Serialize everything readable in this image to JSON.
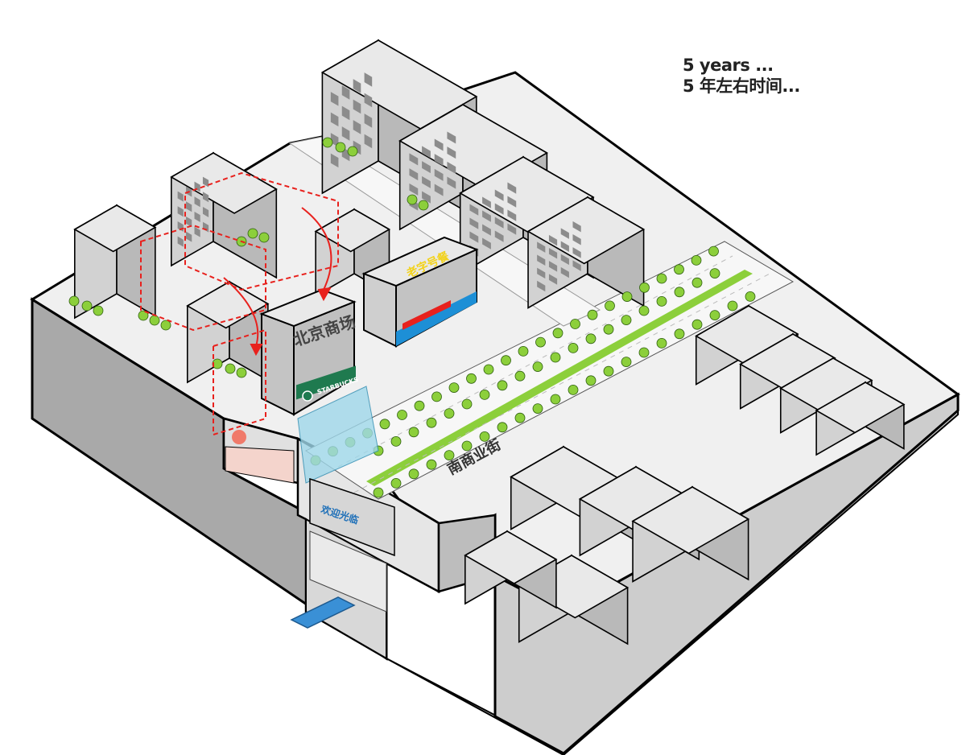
{
  "caption": {
    "line1": "5 years ...",
    "line2": "5 年左右时间..."
  },
  "signs": {
    "mall": "北京商场",
    "store": "STARBUCKS",
    "shop_top": "老字号餐",
    "street": "南商业街",
    "metro": "欢迎光临"
  },
  "colors": {
    "ground": "#f0f0f0",
    "block_side": "#a9a9a9",
    "block_front": "#cfcfcf",
    "building_top": "#e9e9e9",
    "building_left": "#d2d2d2",
    "building_right": "#b9b9b9",
    "tree": "#8ccf3b",
    "median": "#8ccf3b",
    "accent_red": "#e8211d",
    "glass": "#9fd8ea",
    "window": "#8c8c8c"
  }
}
